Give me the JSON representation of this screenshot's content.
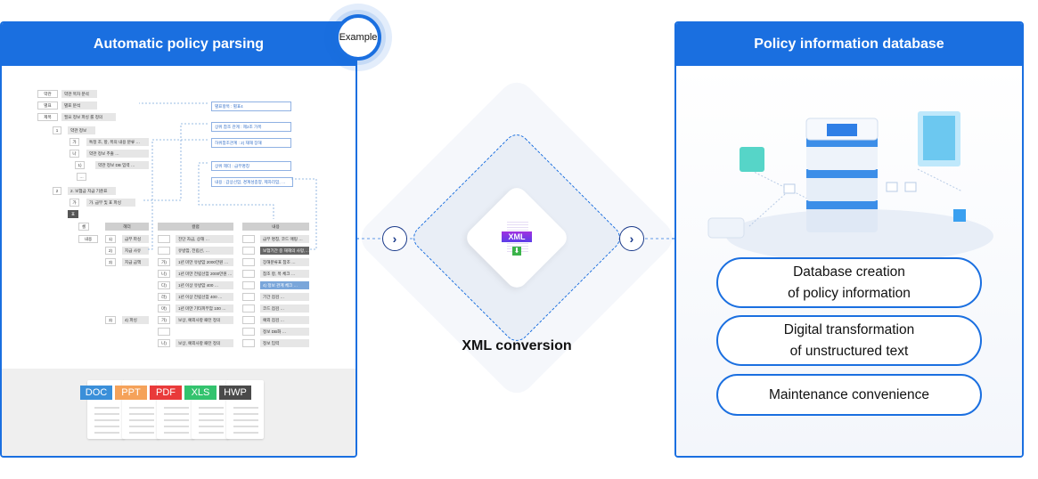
{
  "left_panel": {
    "title": "Automatic policy parsing",
    "badge": "Example"
  },
  "right_panel": {
    "title": "Policy information database",
    "features": [
      [
        "Database creation",
        "of policy information"
      ],
      [
        "Digital transformation",
        "of unstructured text"
      ],
      [
        "Maintenance convenience"
      ]
    ]
  },
  "center": {
    "label": "XML conversion",
    "icon_text": "XML"
  },
  "file_types": [
    {
      "label": "DOC",
      "color": "#3a8fd9"
    },
    {
      "label": "PPT",
      "color": "#f5a25a"
    },
    {
      "label": "PDF",
      "color": "#e93a3a"
    },
    {
      "label": "XLS",
      "color": "#33c36e"
    },
    {
      "label": "HWP",
      "color": "#4a4a4a"
    }
  ],
  "tree": {
    "r1": [
      "약관",
      "약관 목차 분석"
    ],
    "r2": [
      "별표",
      "별표 분석"
    ],
    "r3": [
      "제목",
      "필요 정보 파싱 룰 정의"
    ],
    "s1": [
      "1",
      "약관 정보"
    ],
    "s1a": [
      "가",
      "특정 조, 항, 목의 내용 분류 …"
    ],
    "s1b": [
      "나",
      "약관 정보 추출 …"
    ],
    "s1c": [
      "1)",
      "약관 정보 DB 입력 …"
    ],
    "s1d": "…",
    "s2": [
      "2",
      "2. 보험금 지급 기준표"
    ],
    "s2a": [
      "가",
      "가. 급부 및 표 파싱"
    ],
    "table": "표",
    "cell": "셀",
    "content": "내용",
    "headers": [
      "헤더",
      "컬럼",
      "내용"
    ],
    "rows": [
      [
        "1)",
        "급부 파싱",
        "",
        "진단 자금, 상해 …",
        "급부 명칭, 코드 매핑 …"
      ],
      [
        "2)",
        "지급 사유",
        "",
        "유방암, 전립선, …",
        "보험기간 중 재해의 사망,…"
      ],
      [
        "3)",
        "지급 금액",
        "가)",
        "1년 미만 유방암 2000만원 …",
        "장해분류표 참조 …"
      ],
      [
        "",
        "",
        "나)",
        "1년 미만 전립선암 2000만원 …",
        "참조 항, 목 체크 …"
      ],
      [
        "",
        "",
        "다)",
        "1년 이상 유방암 400 …",
        "4) 정보 관계 체크 …"
      ],
      [
        "",
        "",
        "라)",
        "1년 이상 전립선암 400 …",
        "기간 점검 …"
      ],
      [
        "",
        "",
        "마)",
        "1년 미만 기타피부암 100 …",
        "코드 점검 …"
      ],
      [
        "3)",
        "4) 파싱",
        "가)",
        "보상, 예외사항 패턴 정의",
        "예외 점검 …"
      ],
      [
        "",
        "",
        "",
        "",
        "정보 DB화 …"
      ],
      [
        "",
        "",
        "나)",
        "보상, 예외사항 패턴 정의",
        "정보 입력"
      ]
    ],
    "notes": [
      "별표항목 : 별표4",
      "상위 참조 관계 : 제2조 가목",
      "하위참조관계 : 2) 재해 장해",
      "상위 헤더 : 급부명칭",
      "내용 : 갑상선암, 경계성종양, 제자리암, …"
    ]
  }
}
